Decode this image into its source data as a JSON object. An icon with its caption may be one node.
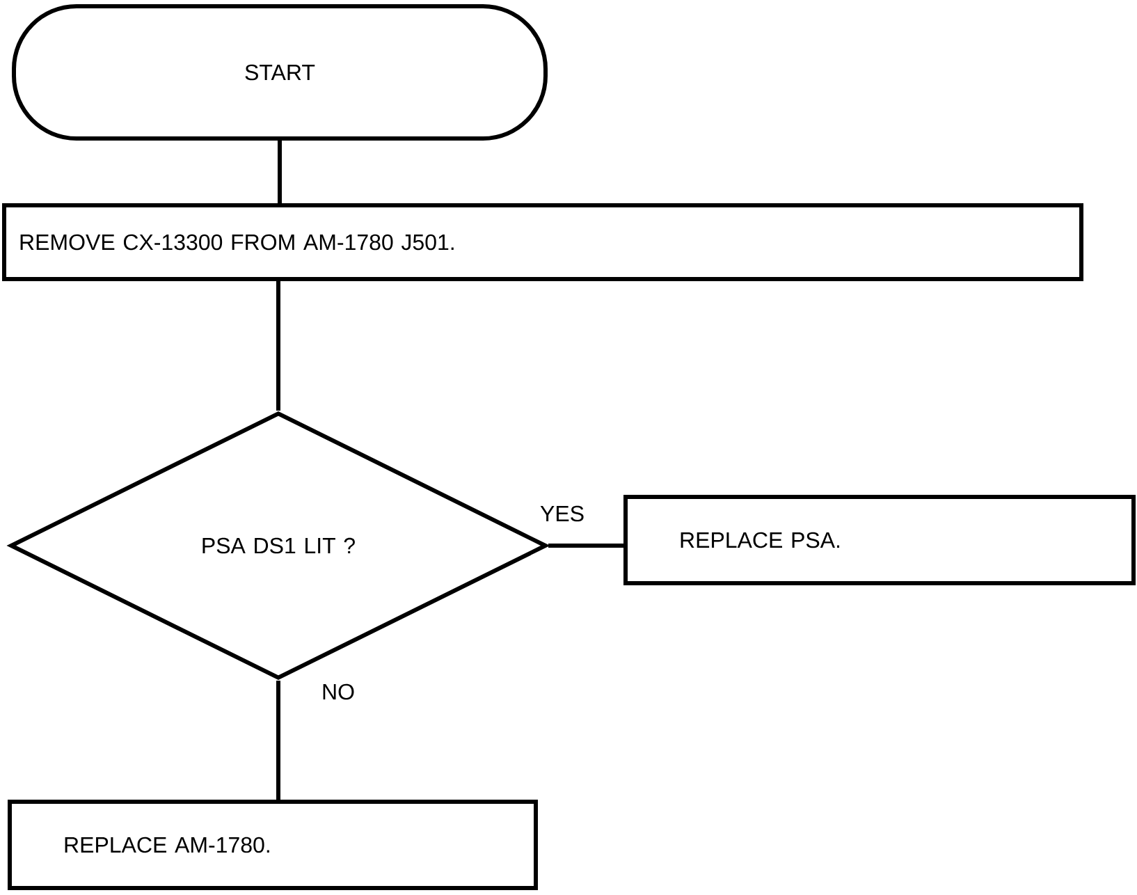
{
  "diagram": {
    "nodes": [
      {
        "text": [
          "START"
        ]
      },
      {
        "text": [
          "REMOVE CX-13300 FROM AM-1780 J501."
        ]
      },
      {
        "text": [
          "PSA DS1 LIT ?"
        ]
      },
      {
        "text": [
          "REPLACE PSA."
        ]
      },
      {
        "text": [
          "REPLACE AM-1780."
        ]
      }
    ],
    "edges": [
      {
        "from": 0,
        "to": 1,
        "arrow": "none"
      },
      {
        "from": 1,
        "to": 2,
        "arrow": "none"
      },
      {
        "from": 2,
        "to": 3,
        "arrow": "none",
        "label": "YES"
      },
      {
        "from": 2,
        "to": 4,
        "arrow": "none",
        "label": "NO"
      }
    ]
  }
}
